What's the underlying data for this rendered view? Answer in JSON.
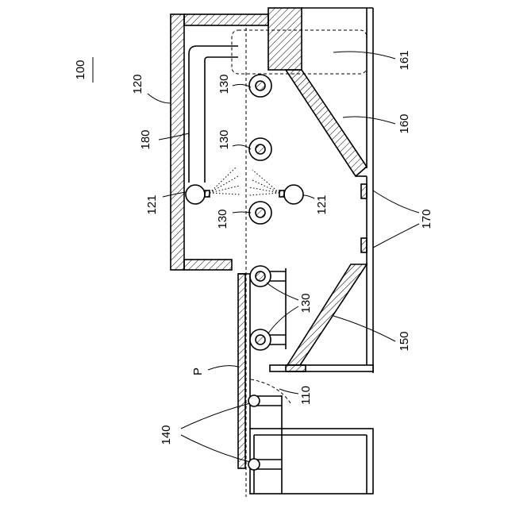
{
  "figure": {
    "labels": [
      "100",
      "120",
      "130",
      "180",
      "130",
      "121",
      "130",
      "121",
      "161",
      "160",
      "170",
      "130",
      "150",
      "P",
      "110",
      "140"
    ]
  }
}
